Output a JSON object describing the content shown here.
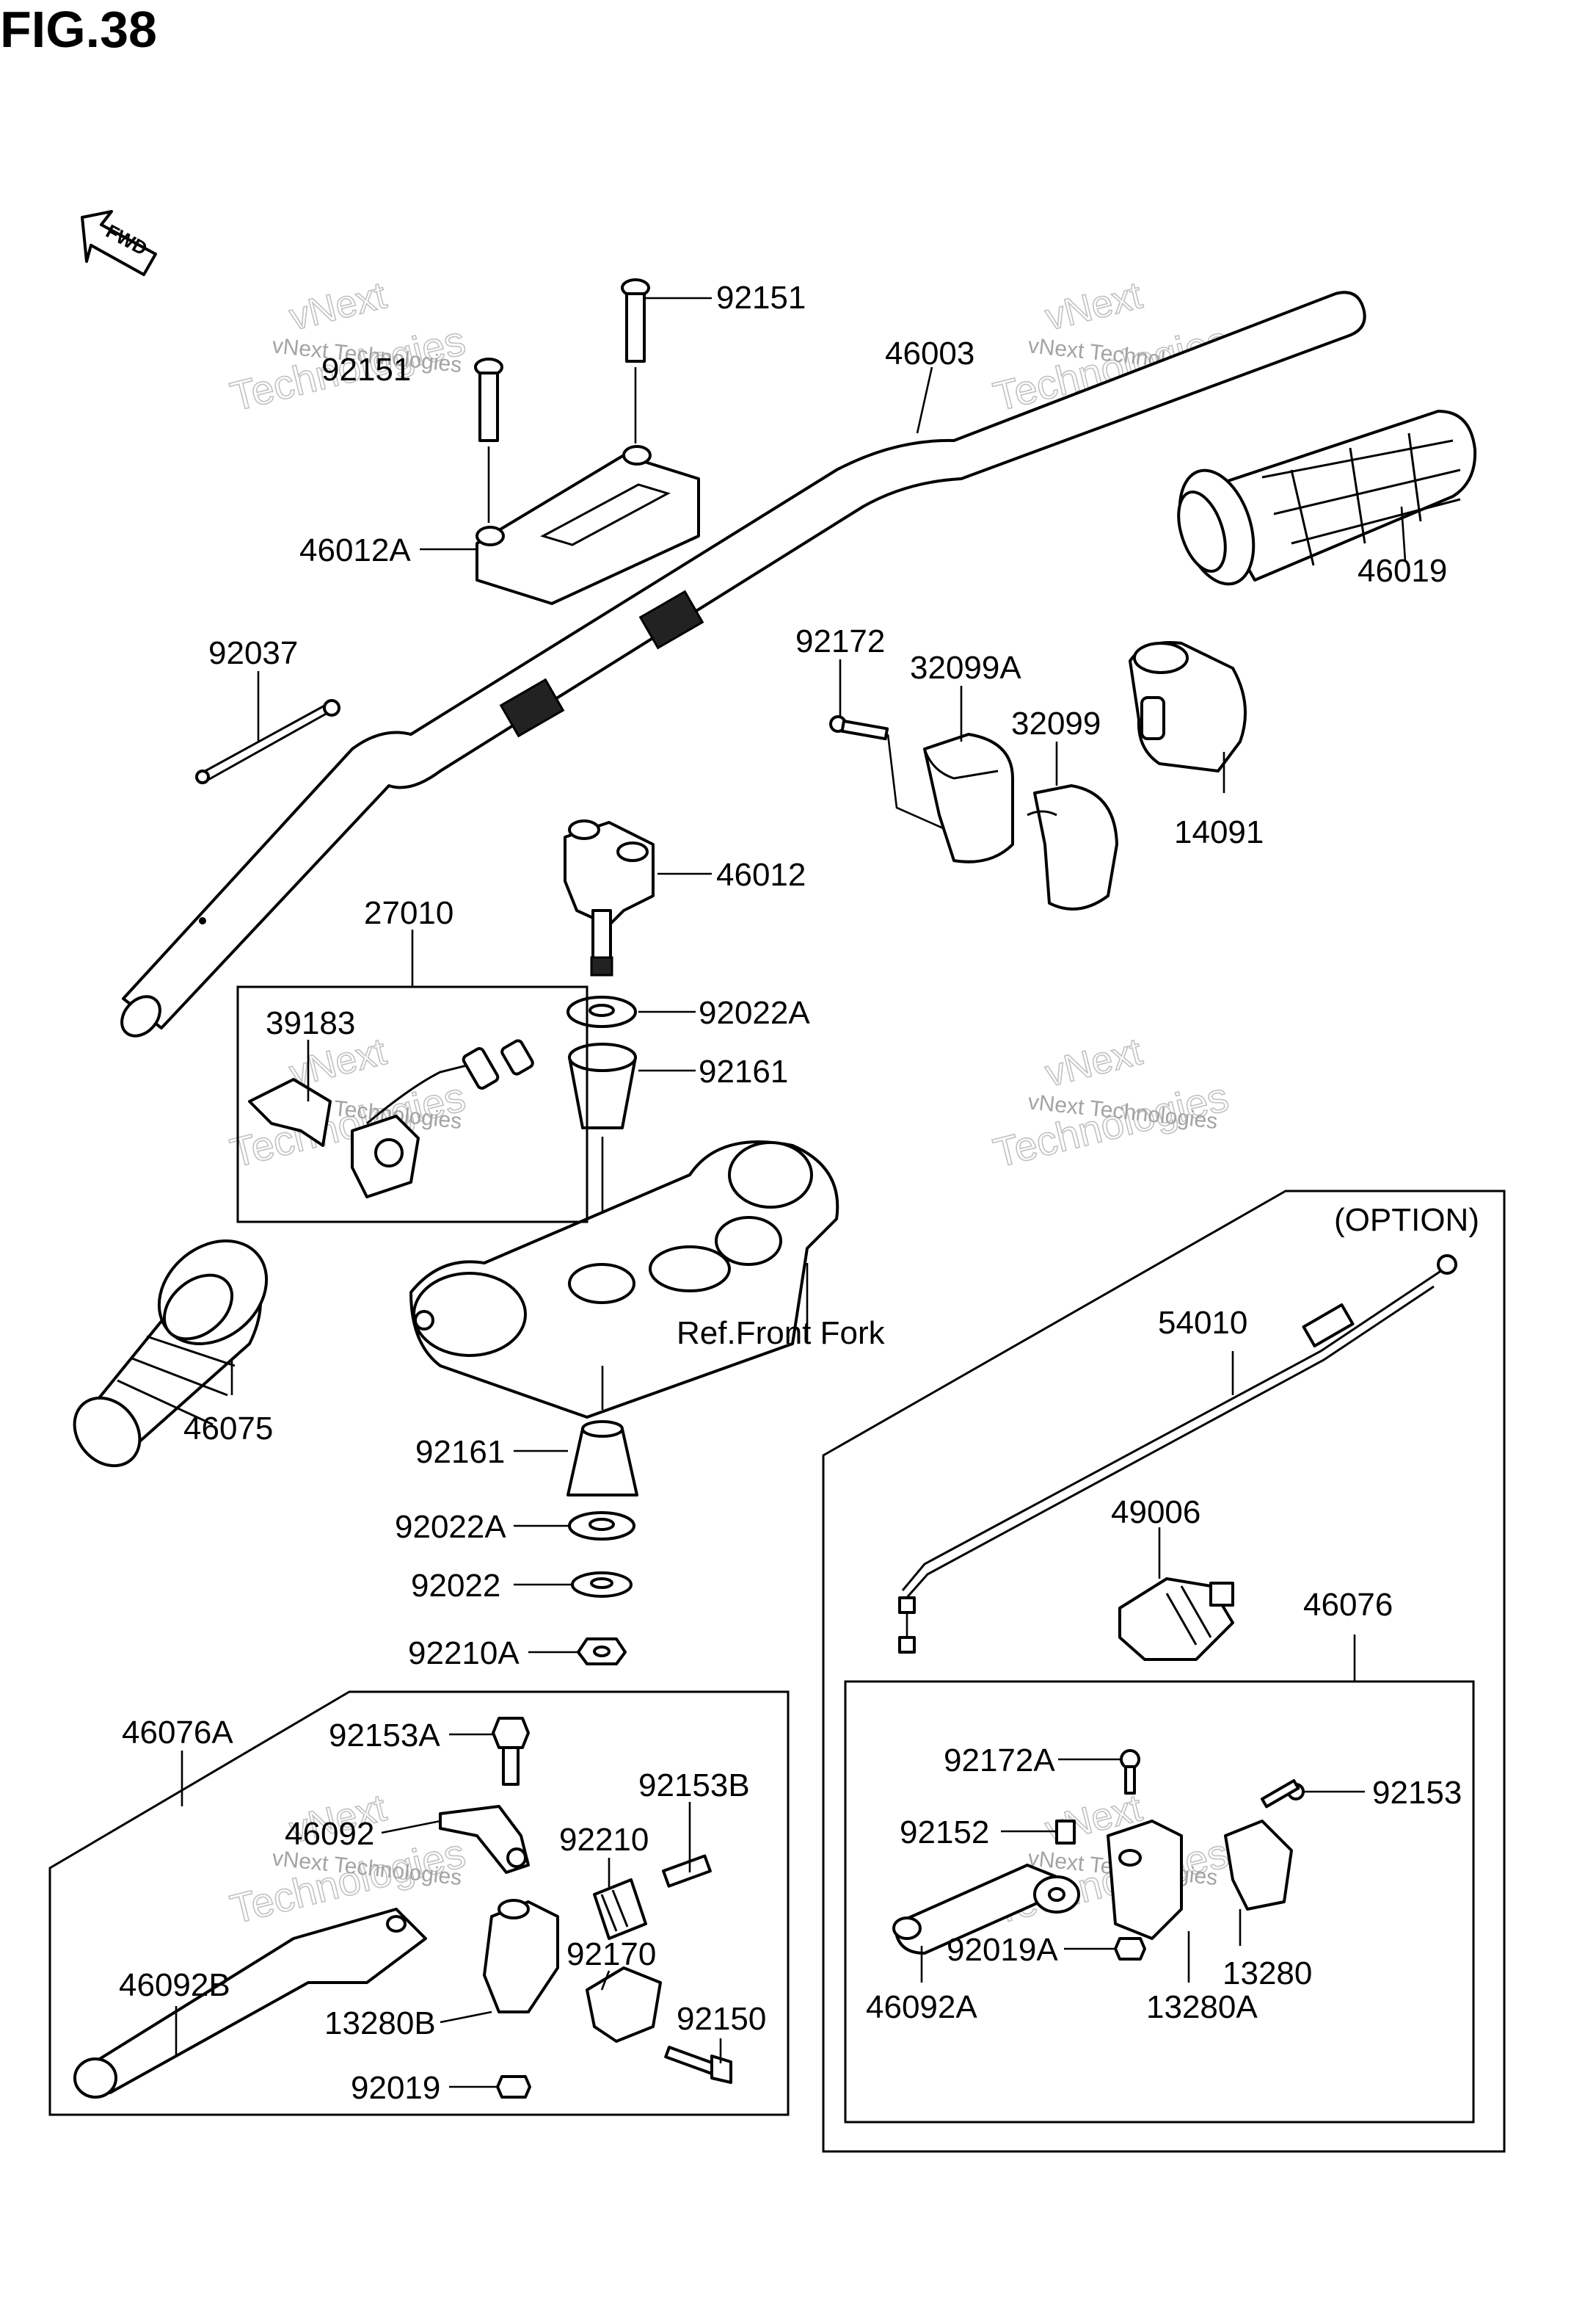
{
  "figure_title": "FIG.38",
  "direction_badge": "FWD",
  "option_label": "(OPTION)",
  "reference_note": "Ref.Front Fork",
  "watermark": {
    "line1": "vNext",
    "line2": "Technologies",
    "small": "vNext Technologies"
  },
  "parts": {
    "p92151_top": "92151",
    "p92151_left": "92151",
    "p46003": "46003",
    "p46012A": "46012A",
    "p46019": "46019",
    "p92037": "92037",
    "p92172": "92172",
    "p32099A": "32099A",
    "p32099": "32099",
    "p14091": "14091",
    "p46012": "46012",
    "p27010": "27010",
    "p39183": "39183",
    "p92022A_top": "92022A",
    "p92161_top": "92161",
    "p46075": "46075",
    "p92161_bot": "92161",
    "p92022A_bot": "92022A",
    "p92022": "92022",
    "p92210A": "92210A",
    "p54010": "54010",
    "p49006": "49006",
    "p46076": "46076",
    "p46076A": "46076A",
    "p92153A": "92153A",
    "p46092": "46092",
    "p92210": "92210",
    "p92153B": "92153B",
    "p46092B": "46092B",
    "p92170": "92170",
    "p13280B": "13280B",
    "p92150": "92150",
    "p92019": "92019",
    "p92172A": "92172A",
    "p92153": "92153",
    "p92152": "92152",
    "p92019A": "92019A",
    "p13280": "13280",
    "p46092A": "46092A",
    "p13280A": "13280A"
  }
}
